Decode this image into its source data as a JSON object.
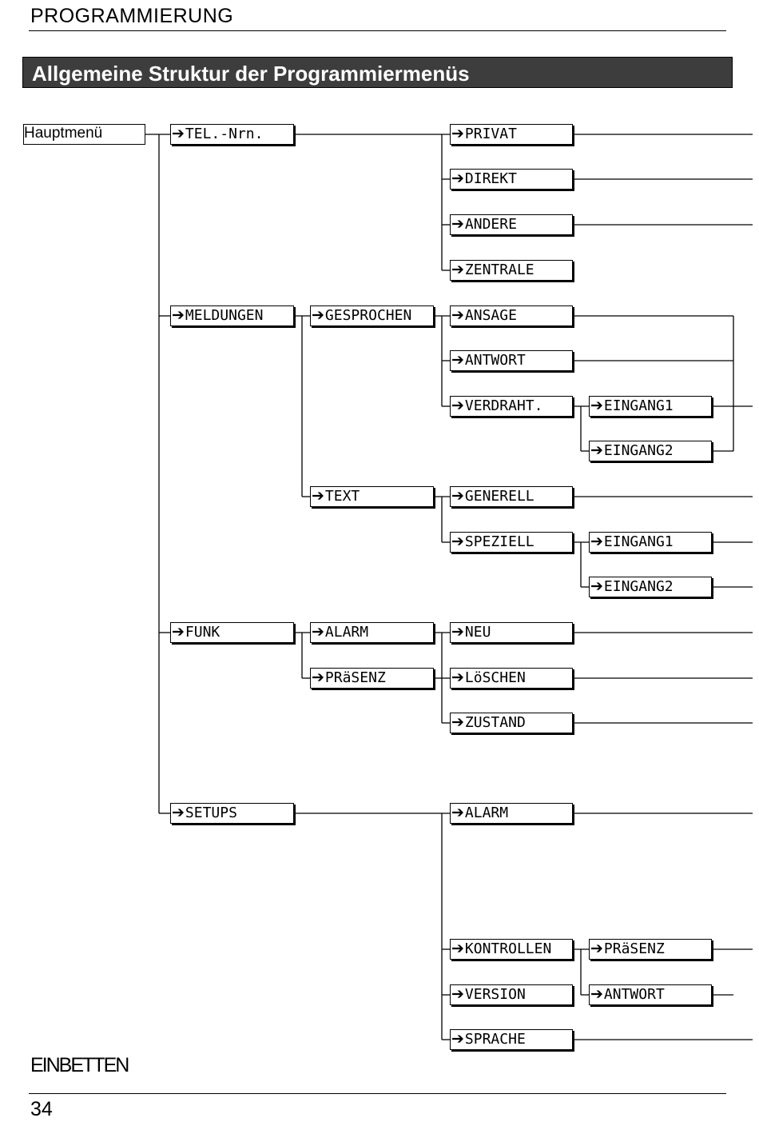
{
  "header": {
    "chapter": "PROGRAMMIERUNG"
  },
  "banner": {
    "title": "Allgemeine Struktur der Programmiermenüs"
  },
  "menu": {
    "root": "Hauptmenü",
    "arrow_glyph": "➔",
    "items": {
      "tel": "TEL.-Nrn.",
      "privat": "PRIVAT",
      "direkt": "DIREKT",
      "andere": "ANDERE",
      "zentrale": "ZENTRALE",
      "meldungen": "MELDUNGEN",
      "gesprochen": "GESPROCHEN",
      "ansage": "ANSAGE",
      "antwort": "ANTWORT",
      "verdraht": "VERDRAHT.",
      "eingang1_a": "EINGANG1",
      "eingang2_a": "EINGANG2",
      "text": "TEXT",
      "generell": "GENERELL",
      "speziell": "SPEZIELL",
      "eingang1_b": "EINGANG1",
      "eingang2_b": "EINGANG2",
      "funk": "FUNK",
      "alarm_funk": "ALARM",
      "praesenz_funk": "PRäSENZ",
      "neu": "NEU",
      "loeschen": "LöSCHEN",
      "zustand": "ZUSTAND",
      "setups": "SETUPS",
      "alarm_setups": "ALARM",
      "kontrollen": "KONTROLLEN",
      "praesenz_kontrollen": "PRäSENZ",
      "version": "VERSION",
      "antwort_kontrollen": "ANTWORT",
      "sprache": "SPRACHE"
    }
  },
  "footer": {
    "section": "EINBETTEN",
    "page_number": "34"
  }
}
